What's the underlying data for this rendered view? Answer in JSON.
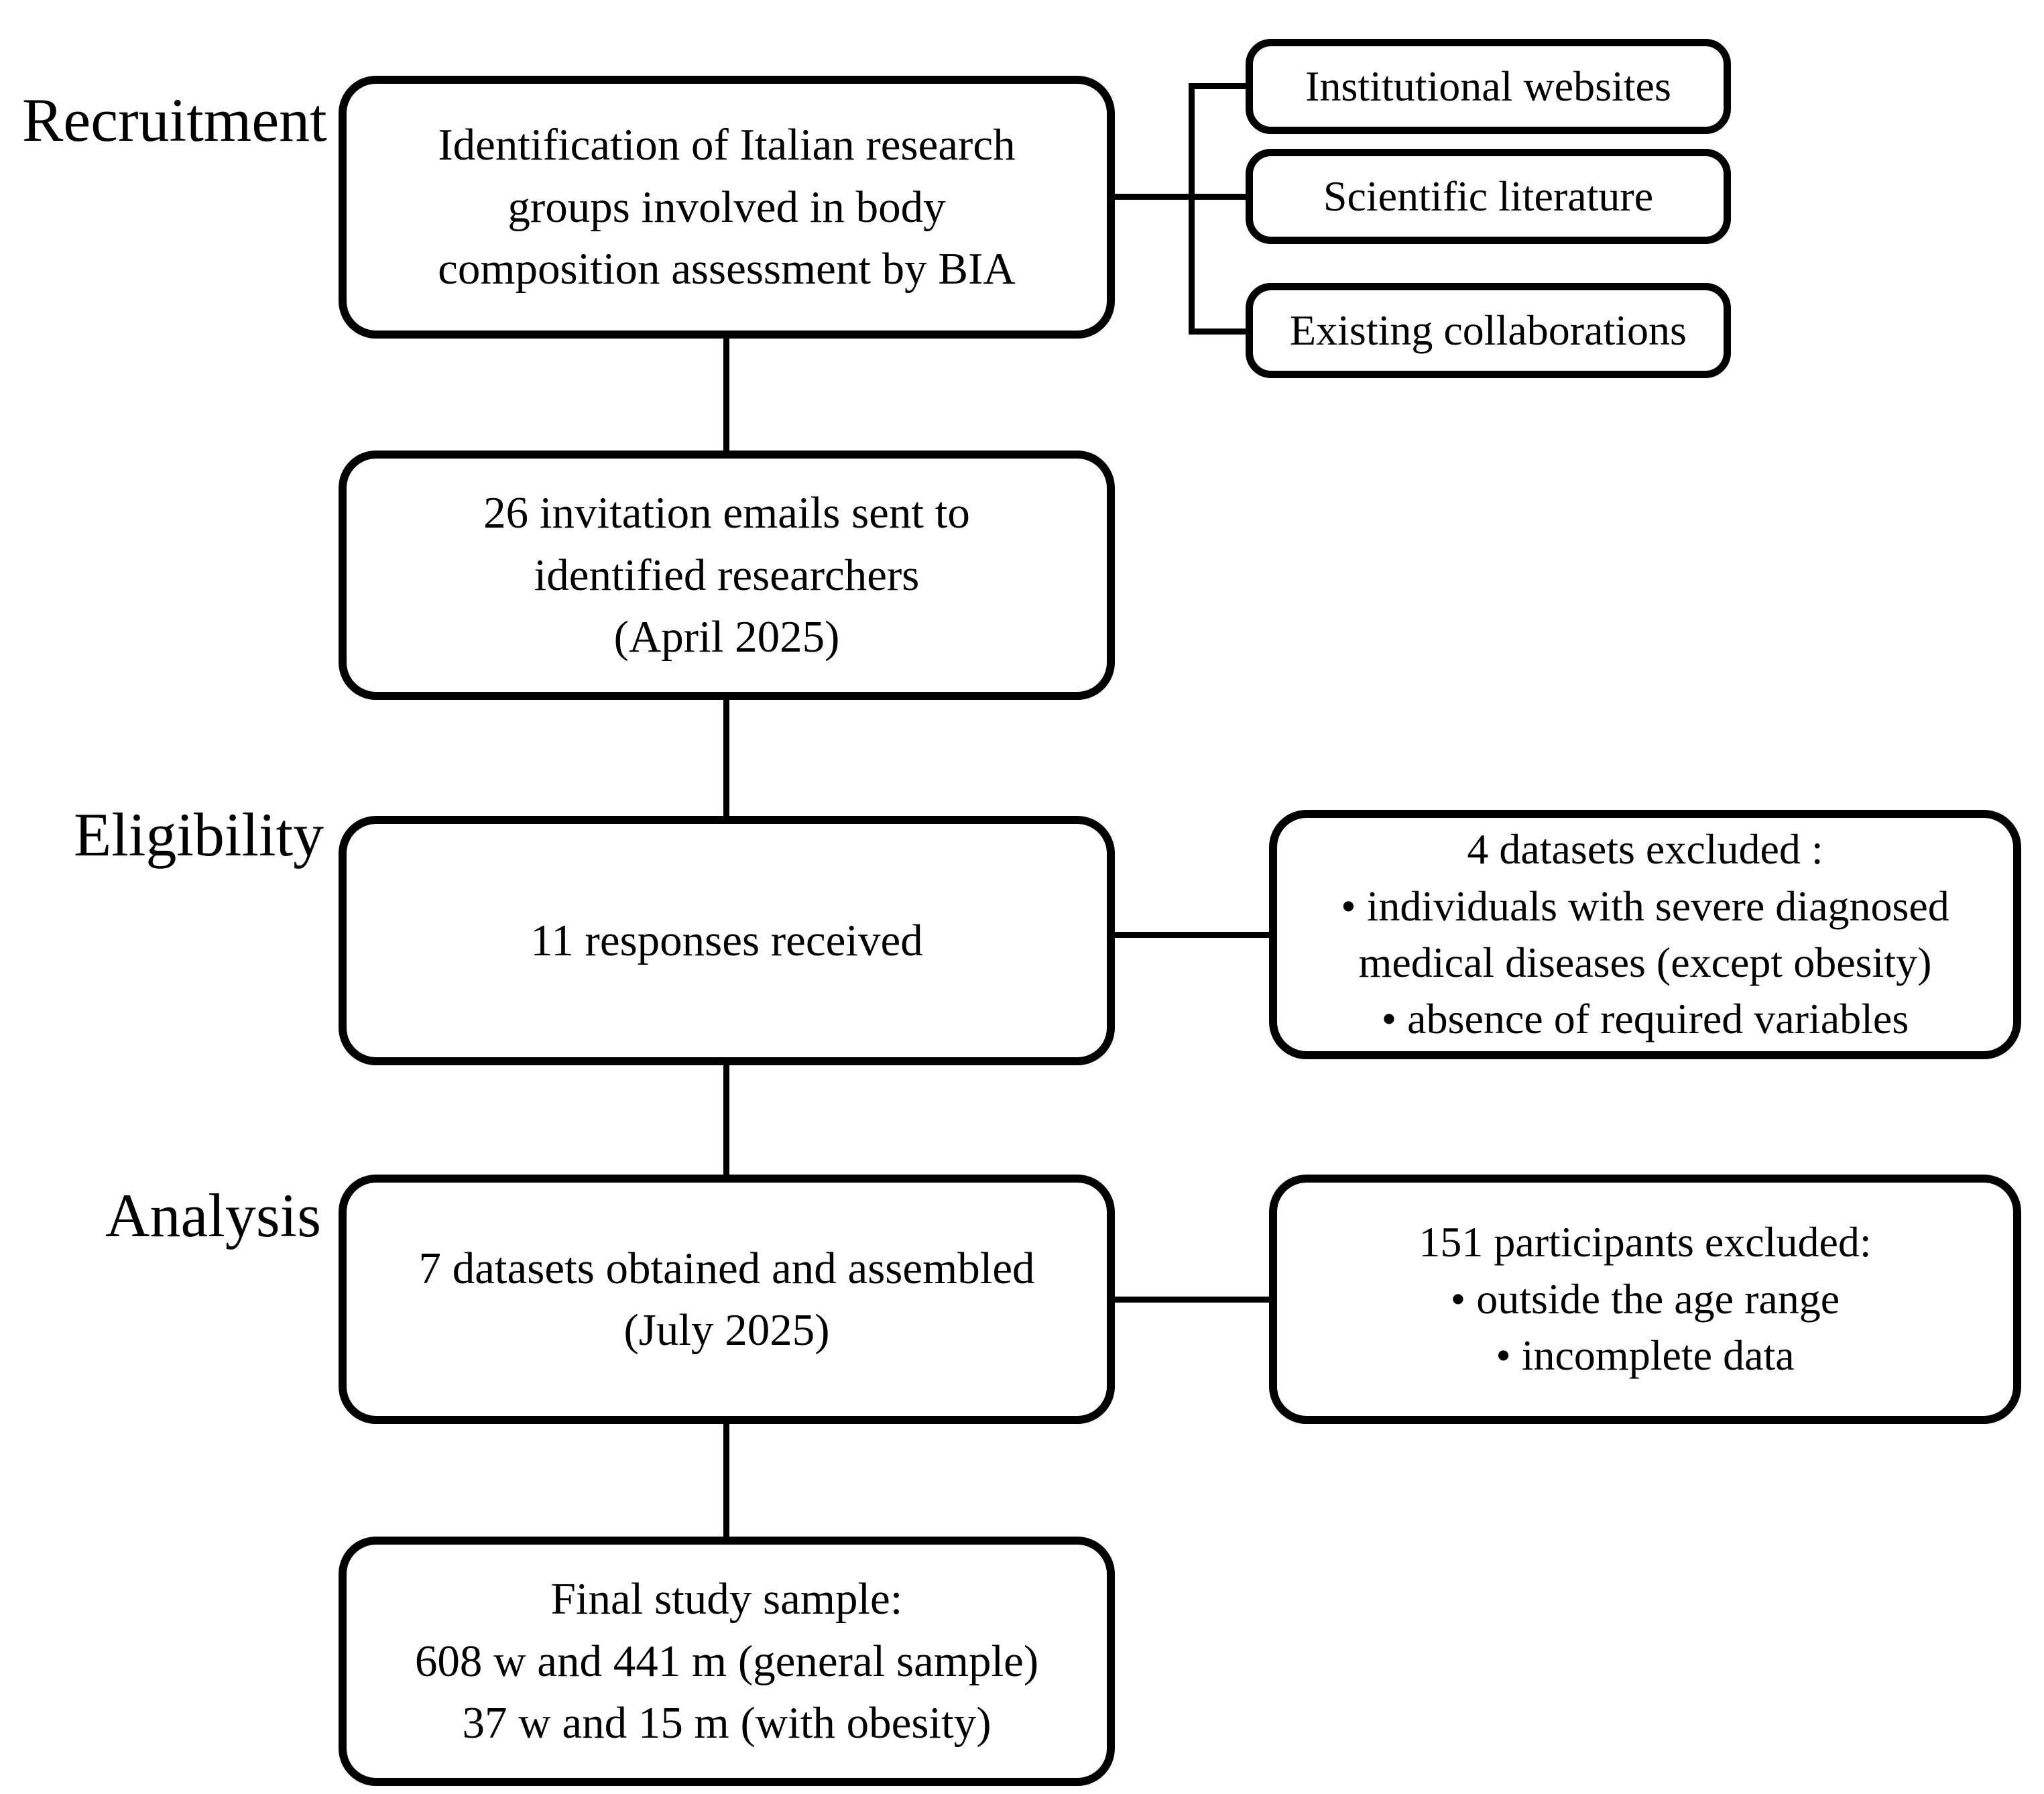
{
  "diagram_type": "study-flowchart",
  "colors": {
    "background": "#ffffff",
    "box_fill": "#ffffff",
    "line": "#000000",
    "text": "#000000"
  },
  "stage_labels": {
    "recruitment": "Recruitment",
    "eligibility": "Eligibility",
    "analysis": "Analysis"
  },
  "flow": {
    "identification": {
      "lines": [
        "Identification of Italian research",
        "groups involved in body",
        "composition assessment by BIA"
      ]
    },
    "invitation": {
      "lines": [
        "26 invitation emails sent to",
        "identified researchers",
        "(April 2025)"
      ]
    },
    "responses": {
      "lines": [
        "11 responses received"
      ]
    },
    "datasets_obtained": {
      "lines": [
        "7 datasets obtained and assembled",
        "(July 2025)"
      ]
    },
    "final_sample": {
      "lines": [
        "Final study sample:",
        "608 w and 441 m (general sample)",
        "37 w and 15 m (with obesity)"
      ]
    }
  },
  "recruitment_sources": {
    "institutional": "Institutional websites",
    "literature": "Scientific literature",
    "collaborations": "Existing collaborations"
  },
  "exclusions": {
    "datasets": {
      "lines": [
        "4 datasets excluded :",
        "• individuals with severe diagnosed",
        "medical diseases (except obesity)",
        "• absence of required variables"
      ]
    },
    "participants": {
      "lines": [
        "151 participants excluded:",
        "• outside the age range",
        "• incomplete data"
      ]
    }
  }
}
